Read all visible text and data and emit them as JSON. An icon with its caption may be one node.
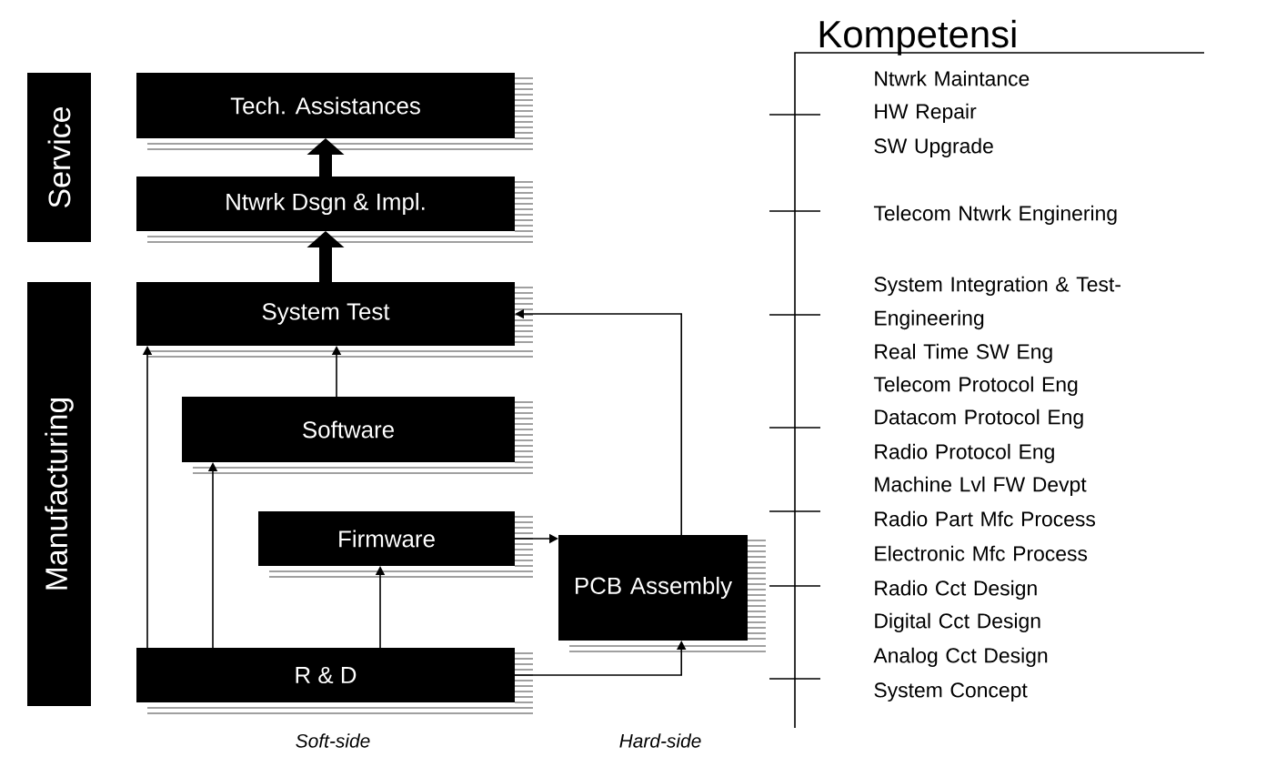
{
  "diagram": {
    "nodes": [
      {
        "text": [
          "Service"
        ]
      },
      {
        "text": [
          "Manufacturing"
        ]
      },
      {
        "text": [
          "Tech. Assistances"
        ]
      },
      {
        "text": [
          "Ntwrk Dsgn & Impl."
        ]
      },
      {
        "text": [
          "System Test"
        ]
      },
      {
        "text": [
          "Software"
        ]
      },
      {
        "text": [
          "Firmware"
        ]
      },
      {
        "text": [
          "PCB Assembly"
        ]
      },
      {
        "text": [
          "R & D"
        ]
      }
    ],
    "edges": [
      {
        "from": 3,
        "to": 2,
        "arrow": "to",
        "style": "thick"
      },
      {
        "from": 4,
        "to": 3,
        "arrow": "to",
        "style": "thick"
      },
      {
        "from": 8,
        "to": 4,
        "arrow": "to"
      },
      {
        "from": 5,
        "to": 4,
        "arrow": "to"
      },
      {
        "from": 8,
        "to": 5,
        "arrow": "to"
      },
      {
        "from": 8,
        "to": 6,
        "arrow": "to"
      },
      {
        "from": 6,
        "to": 7,
        "arrow": "to"
      },
      {
        "from": 8,
        "to": 7,
        "arrow": "to"
      },
      {
        "from": 7,
        "to": 4,
        "arrow": "to"
      }
    ],
    "labels": [
      "Kompetensi",
      "Ntwrk Maintance",
      "HW Repair",
      "SW Upgrade",
      "Telecom Ntwrk Enginering",
      "System Integration & Test-Engineering",
      "Real Time SW Eng",
      "Telecom Protocol Eng",
      "Datacom Protocol Eng",
      "Radio Protocol Eng",
      "Machine Lvl FW Devpt",
      "Radio Part Mfc Process",
      "Electronic Mfc Process",
      "Radio Cct Design",
      "Digital Cct Design",
      "Analog Cct Design",
      "System Concept",
      "Soft-side",
      "Hard-side"
    ]
  }
}
